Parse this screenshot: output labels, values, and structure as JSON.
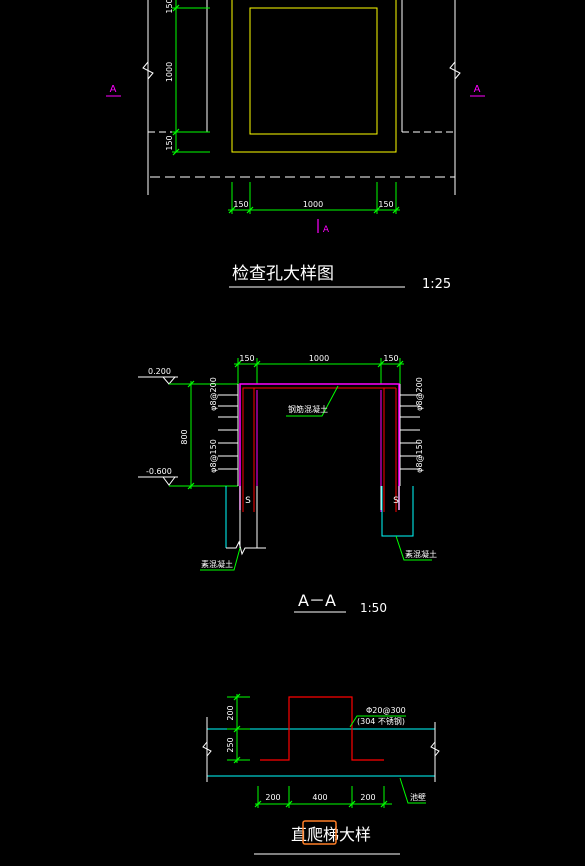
{
  "colors": {
    "background": "#000000",
    "white": "#ffffff",
    "green": "#00ff00",
    "yellow": "#ffff00",
    "magenta": "#ff00ff",
    "red": "#ff0000",
    "cyan": "#00ffff"
  },
  "plan": {
    "section_mark_left": "A",
    "section_mark_right": "A",
    "section_mark_bottom": "A",
    "dim_v_top": "150",
    "dim_v_mid": "1000",
    "dim_v_bot": "150",
    "dim_h_left": "150",
    "dim_h_mid": "1000",
    "dim_h_right": "150",
    "title": "检查孔大样图",
    "scale": "1:25"
  },
  "section": {
    "elev_top": "0.200",
    "elev_bottom": "-0.600",
    "dim_height": "800",
    "dim_top_left": "150",
    "dim_top_mid": "1000",
    "dim_top_right": "150",
    "rebar_left_top": "φ8@200",
    "rebar_left_bot": "φ8@150",
    "rebar_right_top": "φ8@200",
    "rebar_right_bot": "φ8@150",
    "leader_center": "钢筋混凝土",
    "mark_left": "S",
    "mark_right": "S",
    "leader_left": "素混凝土",
    "leader_right": "素混凝土",
    "title": "A－A",
    "scale": "1:50"
  },
  "ladder": {
    "dim_top": "200",
    "dim_bottom": "250",
    "rebar_label_1": "Φ20@300",
    "rebar_label_2": "(304 不锈钢)",
    "dim_left": "200",
    "dim_mid": "400",
    "dim_right": "200",
    "leader_right": "池壁",
    "title": "直爬梯大样"
  }
}
